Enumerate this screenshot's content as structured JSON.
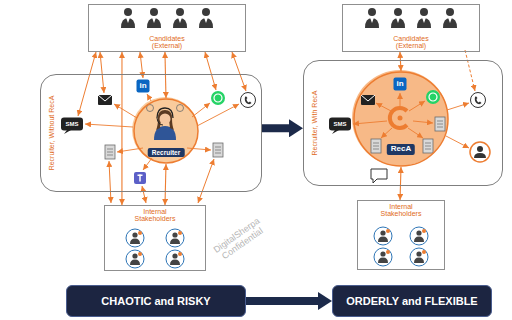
{
  "diagram": {
    "nodes": [
      {
        "text": [
          "Candidates (External)"
        ]
      },
      {
        "text": [
          "Recruiter, Without RecA"
        ]
      },
      {
        "text": [
          "Recruiter"
        ],
        "in": 1
      },
      {
        "text": [
          "Internal Stakeholders"
        ]
      },
      {
        "text": [
          "CHAOTIC and RISKY"
        ]
      },
      {
        "text": [
          "Candidates (External)"
        ]
      },
      {
        "text": [
          "Recruiter, With RecA"
        ]
      },
      {
        "text": [
          "RecA"
        ],
        "in": 6
      },
      {
        "text": [
          "Internal Stakeholders"
        ]
      },
      {
        "text": [
          "ORDERLY and FLEXIBLE"
        ]
      }
    ],
    "edges": [
      {
        "from": 0,
        "to": 3,
        "arrow": "both"
      },
      {
        "from": 2,
        "to": 0,
        "arrow": "both"
      },
      {
        "from": 2,
        "to": 3,
        "arrow": "both"
      },
      {
        "from": 1,
        "to": 6,
        "arrow": "to"
      },
      {
        "from": 4,
        "to": 9,
        "arrow": "to"
      },
      {
        "from": 7,
        "to": 5,
        "arrow": "both"
      },
      {
        "from": 7,
        "to": 8,
        "arrow": "both"
      }
    ],
    "labels": [
      "in",
      "SMS",
      "in",
      "SMS",
      "DigitalSherpa Confidential"
    ]
  }
}
